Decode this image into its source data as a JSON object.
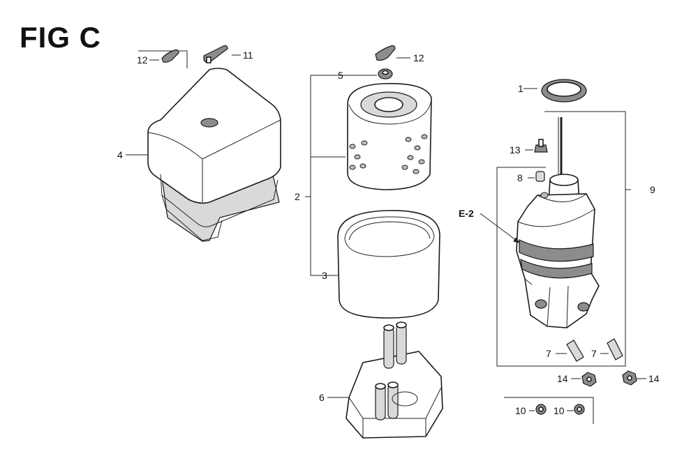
{
  "figure": {
    "title": "FIG C"
  },
  "callouts": {
    "c1": "1",
    "c2": "2",
    "c3": "3",
    "c4": "4",
    "c5": "5",
    "c6": "6",
    "c7a": "7",
    "c7b": "7",
    "c8": "8",
    "c9": "9",
    "c10a": "10",
    "c10b": "10",
    "c11": "11",
    "c12a": "12",
    "c12b": "12",
    "c13": "13",
    "c14a": "14",
    "c14b": "14",
    "e2": "E-2"
  }
}
